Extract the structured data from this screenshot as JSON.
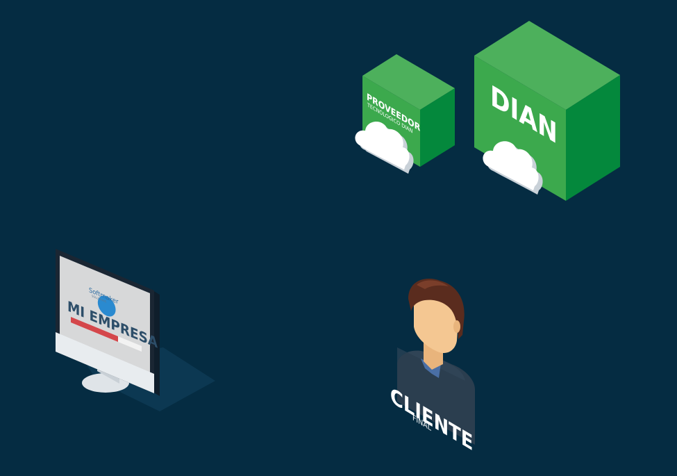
{
  "diagram": {
    "provider_box": {
      "title": "PROVEEDOR",
      "subtitle": "TECNÓLOGICO DIAN"
    },
    "dian_box": {
      "title": "DIAN"
    },
    "computer": {
      "brand": "Softmaker",
      "brand_sub": "SOLUTIONS",
      "screen_title": "MI EMPRESA"
    },
    "client": {
      "title": "CLIENTE",
      "subtitle": "FINAL"
    }
  },
  "colors": {
    "background": "#052c42",
    "box_green_light": "#4db05c",
    "box_green_front": "#3ca94d",
    "box_green_side": "#04883c",
    "cloud": "#ffffff",
    "screen_bar": "#d4474b",
    "screen_text": "#2d4e69",
    "skin": "#f4c792",
    "hair": "#5a2c1e",
    "shirt": "#4a6fa5",
    "jacket": "#2b3e4f"
  }
}
